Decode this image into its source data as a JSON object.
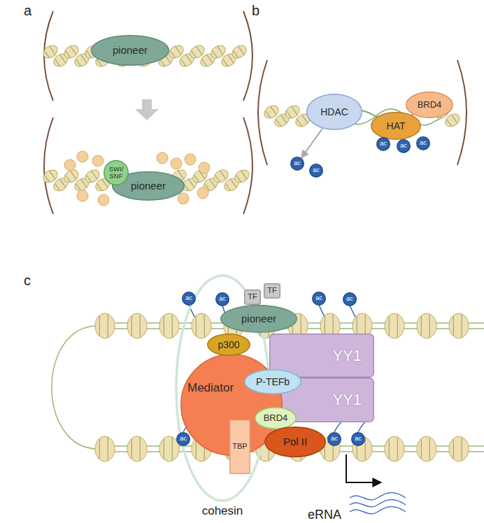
{
  "diagram": {
    "nodes": [
      {
        "text": [
          "pioneer"
        ]
      },
      {
        "text": [
          "SWI/ SNF"
        ]
      },
      {
        "text": [
          "pioneer"
        ]
      },
      {
        "text": [
          "HDAC"
        ]
      },
      {
        "text": [
          "HAT"
        ]
      },
      {
        "text": [
          "BRD4"
        ]
      },
      {
        "text": [
          "ac"
        ]
      },
      {
        "text": [
          "ac"
        ]
      },
      {
        "text": [
          "ac"
        ]
      },
      {
        "text": [
          "ac"
        ]
      },
      {
        "text": [
          "ac"
        ]
      },
      {
        "text": [
          "ac"
        ]
      },
      {
        "text": [
          "ac"
        ]
      },
      {
        "text": [
          "TF"
        ]
      },
      {
        "text": [
          "TF"
        ]
      },
      {
        "text": [
          "pioneer"
        ]
      },
      {
        "text": [
          "ac"
        ]
      },
      {
        "text": [
          "ac"
        ]
      },
      {
        "text": [
          "cohesin"
        ]
      },
      {
        "text": [
          "p300"
        ]
      },
      {
        "text": [
          "YY1"
        ]
      },
      {
        "text": [
          "YY1"
        ]
      },
      {
        "text": [
          "P-TEFb"
        ]
      },
      {
        "text": [
          "Mediator"
        ]
      },
      {
        "text": [
          "BRD4"
        ]
      },
      {
        "text": [
          "TBP"
        ]
      },
      {
        "text": [
          "Pol II"
        ]
      },
      {
        "text": [
          "ac"
        ]
      },
      {
        "text": [
          "ac"
        ]
      },
      {
        "text": [
          "ac"
        ]
      }
    ],
    "edges": [
      {
        "from": 3,
        "to": 6,
        "arrow": "to"
      }
    ],
    "labels": [
      "a",
      "b",
      "c",
      "eRNA"
    ]
  }
}
